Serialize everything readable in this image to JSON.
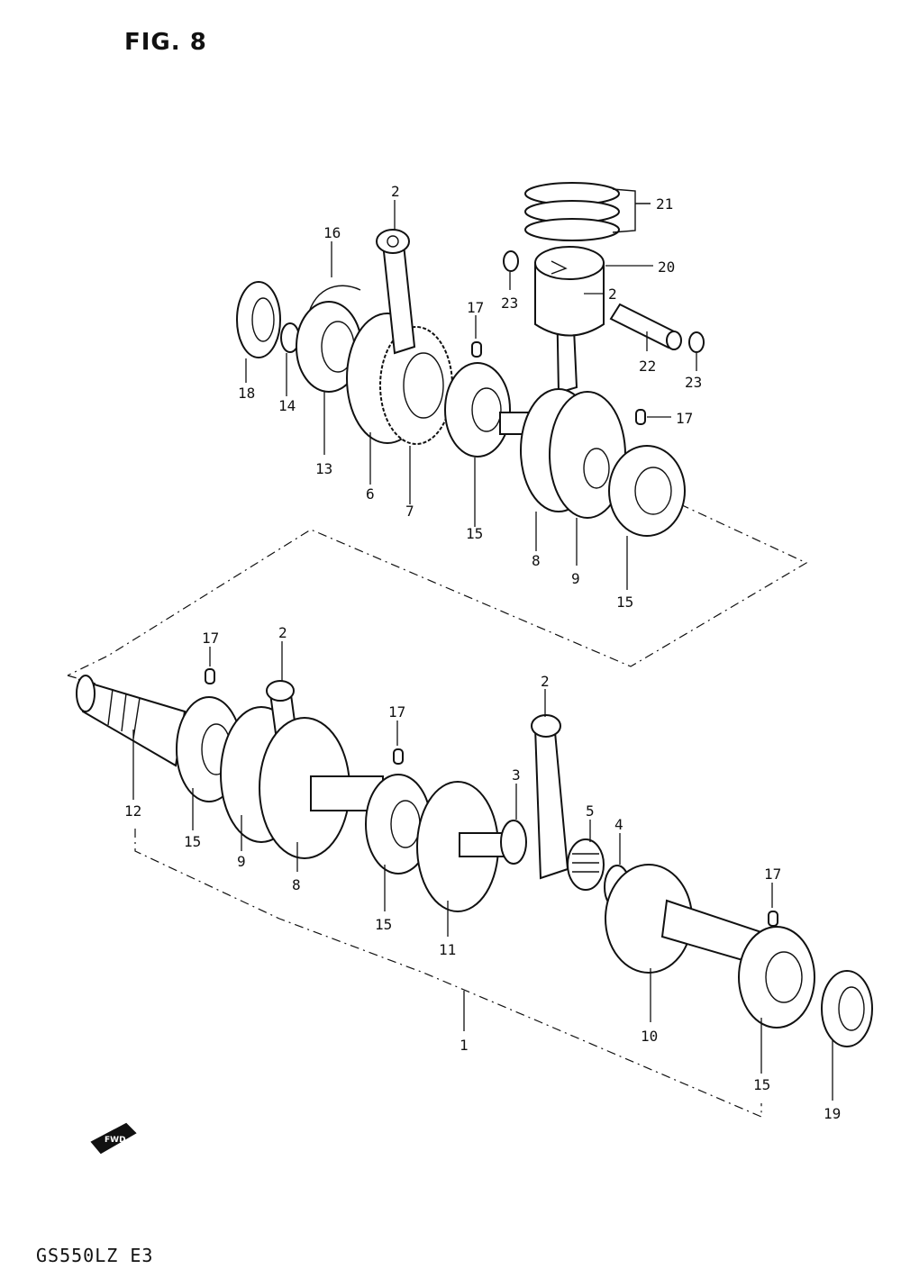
{
  "figure": {
    "title": "FIG. 8",
    "model_code": "GS550LZ E3",
    "front_marker": "FWD"
  },
  "callouts": {
    "c1": "1",
    "c2a": "2",
    "c2b": "2",
    "c2c": "2",
    "c2d": "2",
    "c3": "3",
    "c4": "4",
    "c5": "5",
    "c6": "6",
    "c7": "7",
    "c8a": "8",
    "c8b": "8",
    "c9a": "9",
    "c9b": "9",
    "c10": "10",
    "c11": "11",
    "c12": "12",
    "c13": "13",
    "c14": "14",
    "c15a": "15",
    "c15b": "15",
    "c15c": "15",
    "c15d": "15",
    "c15e": "15",
    "c16": "16",
    "c17a": "17",
    "c17b": "17",
    "c17c": "17",
    "c17d": "17",
    "c17e": "17",
    "c18": "18",
    "c19": "19",
    "c20": "20",
    "c21": "21",
    "c22": "22",
    "c23a": "23",
    "c23b": "23"
  }
}
